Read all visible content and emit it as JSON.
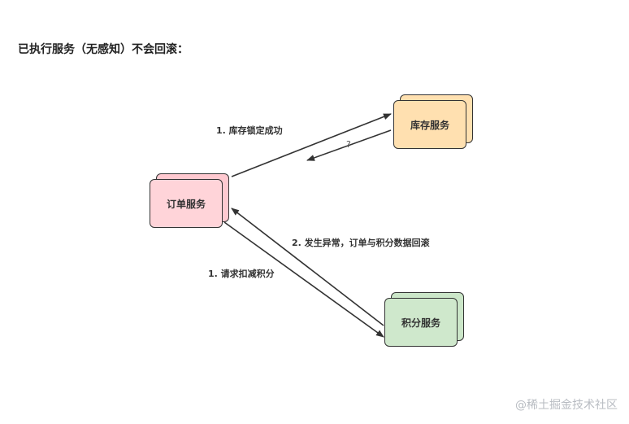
{
  "heading": "已执行服务（无感知）不会回滚：",
  "nodes": {
    "order": "订单服务",
    "inventory": "库存服务",
    "points": "积分服务"
  },
  "edges": {
    "lock_inventory": "1. 库存锁定成功",
    "unknown_return": "?",
    "error_rollback": "2. 发生异常，订单与积分数据回滚",
    "request_points": "1. 请求扣减积分"
  },
  "watermark": "@稀土掘金技术社区",
  "colors": {
    "order_fill": "#ffd4d9",
    "inventory_fill": "#ffe0b0",
    "points_fill": "#cfe8cc",
    "stroke": "#333333"
  }
}
